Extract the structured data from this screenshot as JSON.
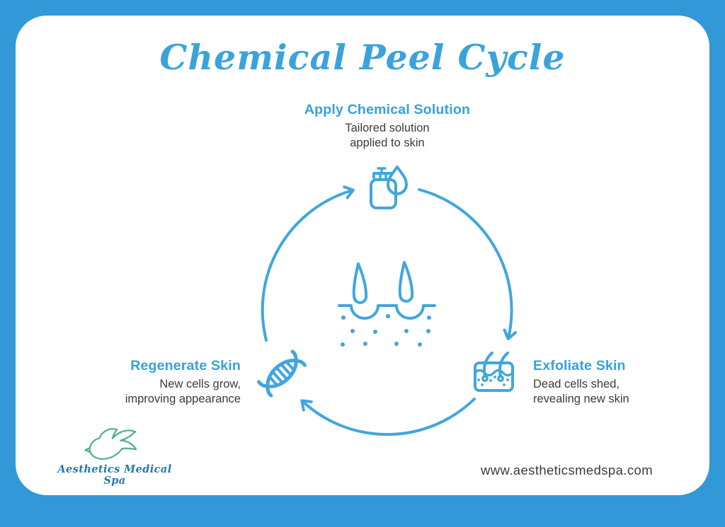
{
  "title": "Chemical Peel Cycle",
  "diagram": {
    "type": "cycle",
    "direction": "clockwise",
    "center_icon": "skin-follicles-illustration",
    "steps_order": [
      "apply",
      "exfoliate",
      "regenerate"
    ]
  },
  "stages": [
    {
      "id": "apply",
      "title": "Apply Chemical Solution",
      "desc_line1": "Tailored solution",
      "desc_line2": "applied to skin",
      "icon": "lotion-pump-droplet-icon",
      "position": "top"
    },
    {
      "id": "exfoliate",
      "title": "Exfoliate Skin",
      "desc_line1": "Dead cells shed,",
      "desc_line2": "revealing new skin",
      "icon": "skin-layer-icon",
      "position": "bottom-right"
    },
    {
      "id": "regenerate",
      "title": "Regenerate Skin",
      "desc_line1": "New cells grow,",
      "desc_line2": "improving appearance",
      "icon": "dna-helix-icon",
      "position": "bottom-left"
    }
  ],
  "footer": {
    "brand_name": "Aesthetics Medical",
    "brand_suffix": "Spa",
    "brand_icon": "dove-icon",
    "website": "www.aestheticsmedspa.com"
  },
  "colors": {
    "frame": "#3398D8",
    "accent": "#41A6DD",
    "heading": "#35A2DC",
    "title": "#3BA3DB",
    "text": "#3B3B3B",
    "logo-green": "#55B287",
    "logo-blue": "#2878A8"
  }
}
